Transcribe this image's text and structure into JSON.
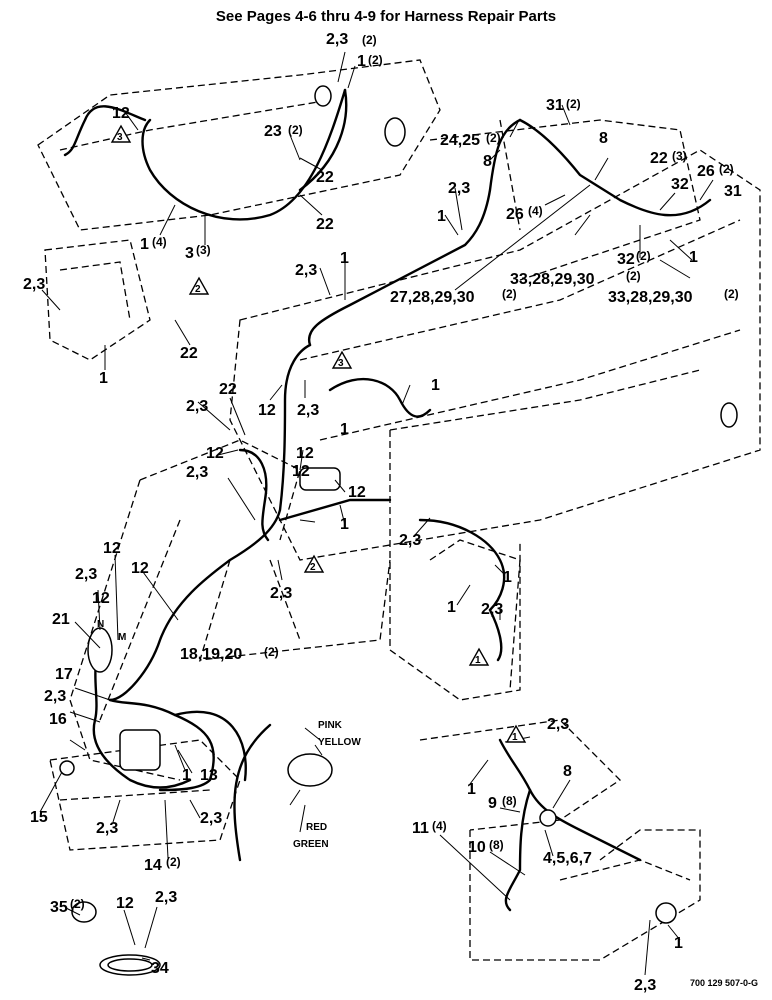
{
  "header": {
    "title": "See Pages 4-6 thru 4-9 for Harness Repair Parts"
  },
  "footer": {
    "document_number": "700 129 507-0-G"
  },
  "callouts": {
    "c1": "2,3",
    "c2": "1",
    "c3": "12",
    "c4": "23",
    "c5": "22",
    "c6": "22",
    "c7": "1",
    "c8": "3",
    "c9": "24,25",
    "c10": "31",
    "c11": "8",
    "c12": "8",
    "c13": "22",
    "c14": "26",
    "c15": "32",
    "c16": "31",
    "c17": "26",
    "c18": "2,3",
    "c19": "1",
    "c20": "1",
    "c21": "32",
    "c22": "33,28,29,30",
    "c23": "33,28,29,30",
    "c24": "27,28,29,30",
    "c25": "2,3",
    "c26": "1",
    "c27": "2,3",
    "c28": "22",
    "c29": "1",
    "c30": "2,3",
    "c31": "22",
    "c32": "12",
    "c33": "2,3",
    "c34": "1",
    "c35": "12",
    "c36": "12",
    "c37": "1",
    "c38": "2,3",
    "c39": "12",
    "c40": "12",
    "c41": "1",
    "c42": "2,3",
    "c43": "12",
    "c44": "2,3",
    "c45": "1",
    "c46": "2,3",
    "c47": "1",
    "c48": "12",
    "c49": "2,3",
    "c50": "12",
    "c51": "21",
    "c52": "18,19,20",
    "c53": "17",
    "c54": "2,3",
    "c55": "16",
    "c56": "15",
    "c57": "13",
    "c58": "1",
    "c59": "2,3",
    "c60": "2,3",
    "c61": "14",
    "c62": "1",
    "c63": "2,3",
    "c64": "8",
    "c65": "9",
    "c66": "11",
    "c67": "10",
    "c68": "4,5,6,7",
    "c69": "1",
    "c70": "2,3",
    "c71": "35",
    "c72": "12",
    "c73": "2,3",
    "c74": "34"
  },
  "quantities": {
    "q1": "(2)",
    "q2": "(2)",
    "q3": "(2)",
    "q4": "(4)",
    "q5": "(3)",
    "q6": "(2)",
    "q7": "(2)",
    "q8": "(3)",
    "q9": "(4)",
    "q10": "(2)",
    "q11": "(2)",
    "q12": "(2)",
    "q13": "(2)",
    "q14": "(2)",
    "q15": "(2)",
    "q16": "(2)",
    "q17": "(8)",
    "q18": "(4)",
    "q19": "(8)",
    "q20": "(2)"
  },
  "wire_labels": {
    "pink": "PINK",
    "yellow": "YELLOW",
    "red": "RED",
    "green": "GREEN",
    "n": "N",
    "m": "M"
  },
  "markers": {
    "m1": "3",
    "m2": "2",
    "m3": "3",
    "m4": "2",
    "m5": "1",
    "m6": "1"
  }
}
